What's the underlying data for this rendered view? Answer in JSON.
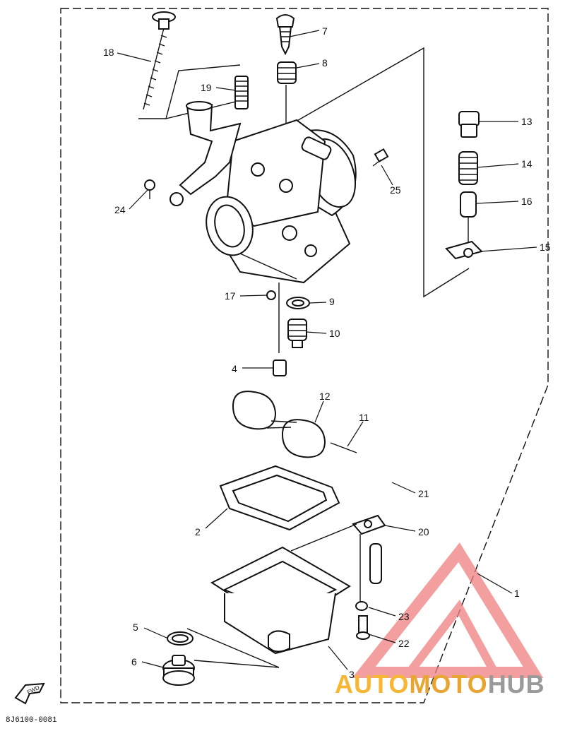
{
  "diagram": {
    "callouts": [
      {
        "id": "1",
        "label": "1"
      },
      {
        "id": "2",
        "label": "2"
      },
      {
        "id": "3",
        "label": "3"
      },
      {
        "id": "4",
        "label": "4"
      },
      {
        "id": "5",
        "label": "5"
      },
      {
        "id": "6",
        "label": "6"
      },
      {
        "id": "7",
        "label": "7"
      },
      {
        "id": "8",
        "label": "8"
      },
      {
        "id": "9",
        "label": "9"
      },
      {
        "id": "10",
        "label": "10"
      },
      {
        "id": "11",
        "label": "11"
      },
      {
        "id": "12",
        "label": "12"
      },
      {
        "id": "13",
        "label": "13"
      },
      {
        "id": "14",
        "label": "14"
      },
      {
        "id": "15",
        "label": "15"
      },
      {
        "id": "16",
        "label": "16"
      },
      {
        "id": "17",
        "label": "17"
      },
      {
        "id": "18",
        "label": "18"
      },
      {
        "id": "19",
        "label": "19"
      },
      {
        "id": "20",
        "label": "20"
      },
      {
        "id": "21",
        "label": "21"
      },
      {
        "id": "22",
        "label": "22"
      },
      {
        "id": "23",
        "label": "23"
      },
      {
        "id": "24",
        "label": "24"
      },
      {
        "id": "25",
        "label": "25"
      }
    ],
    "fwd_label": "FWD",
    "figure_code": "8J6100-0081"
  },
  "watermark": {
    "part1": "AUTO",
    "part2": "MOTO",
    "part3": "HUB",
    "colors": {
      "triangle": "#f08080",
      "auto": "#f7b733",
      "moto": "#e8a531",
      "hub": "#9a9a9a"
    }
  }
}
